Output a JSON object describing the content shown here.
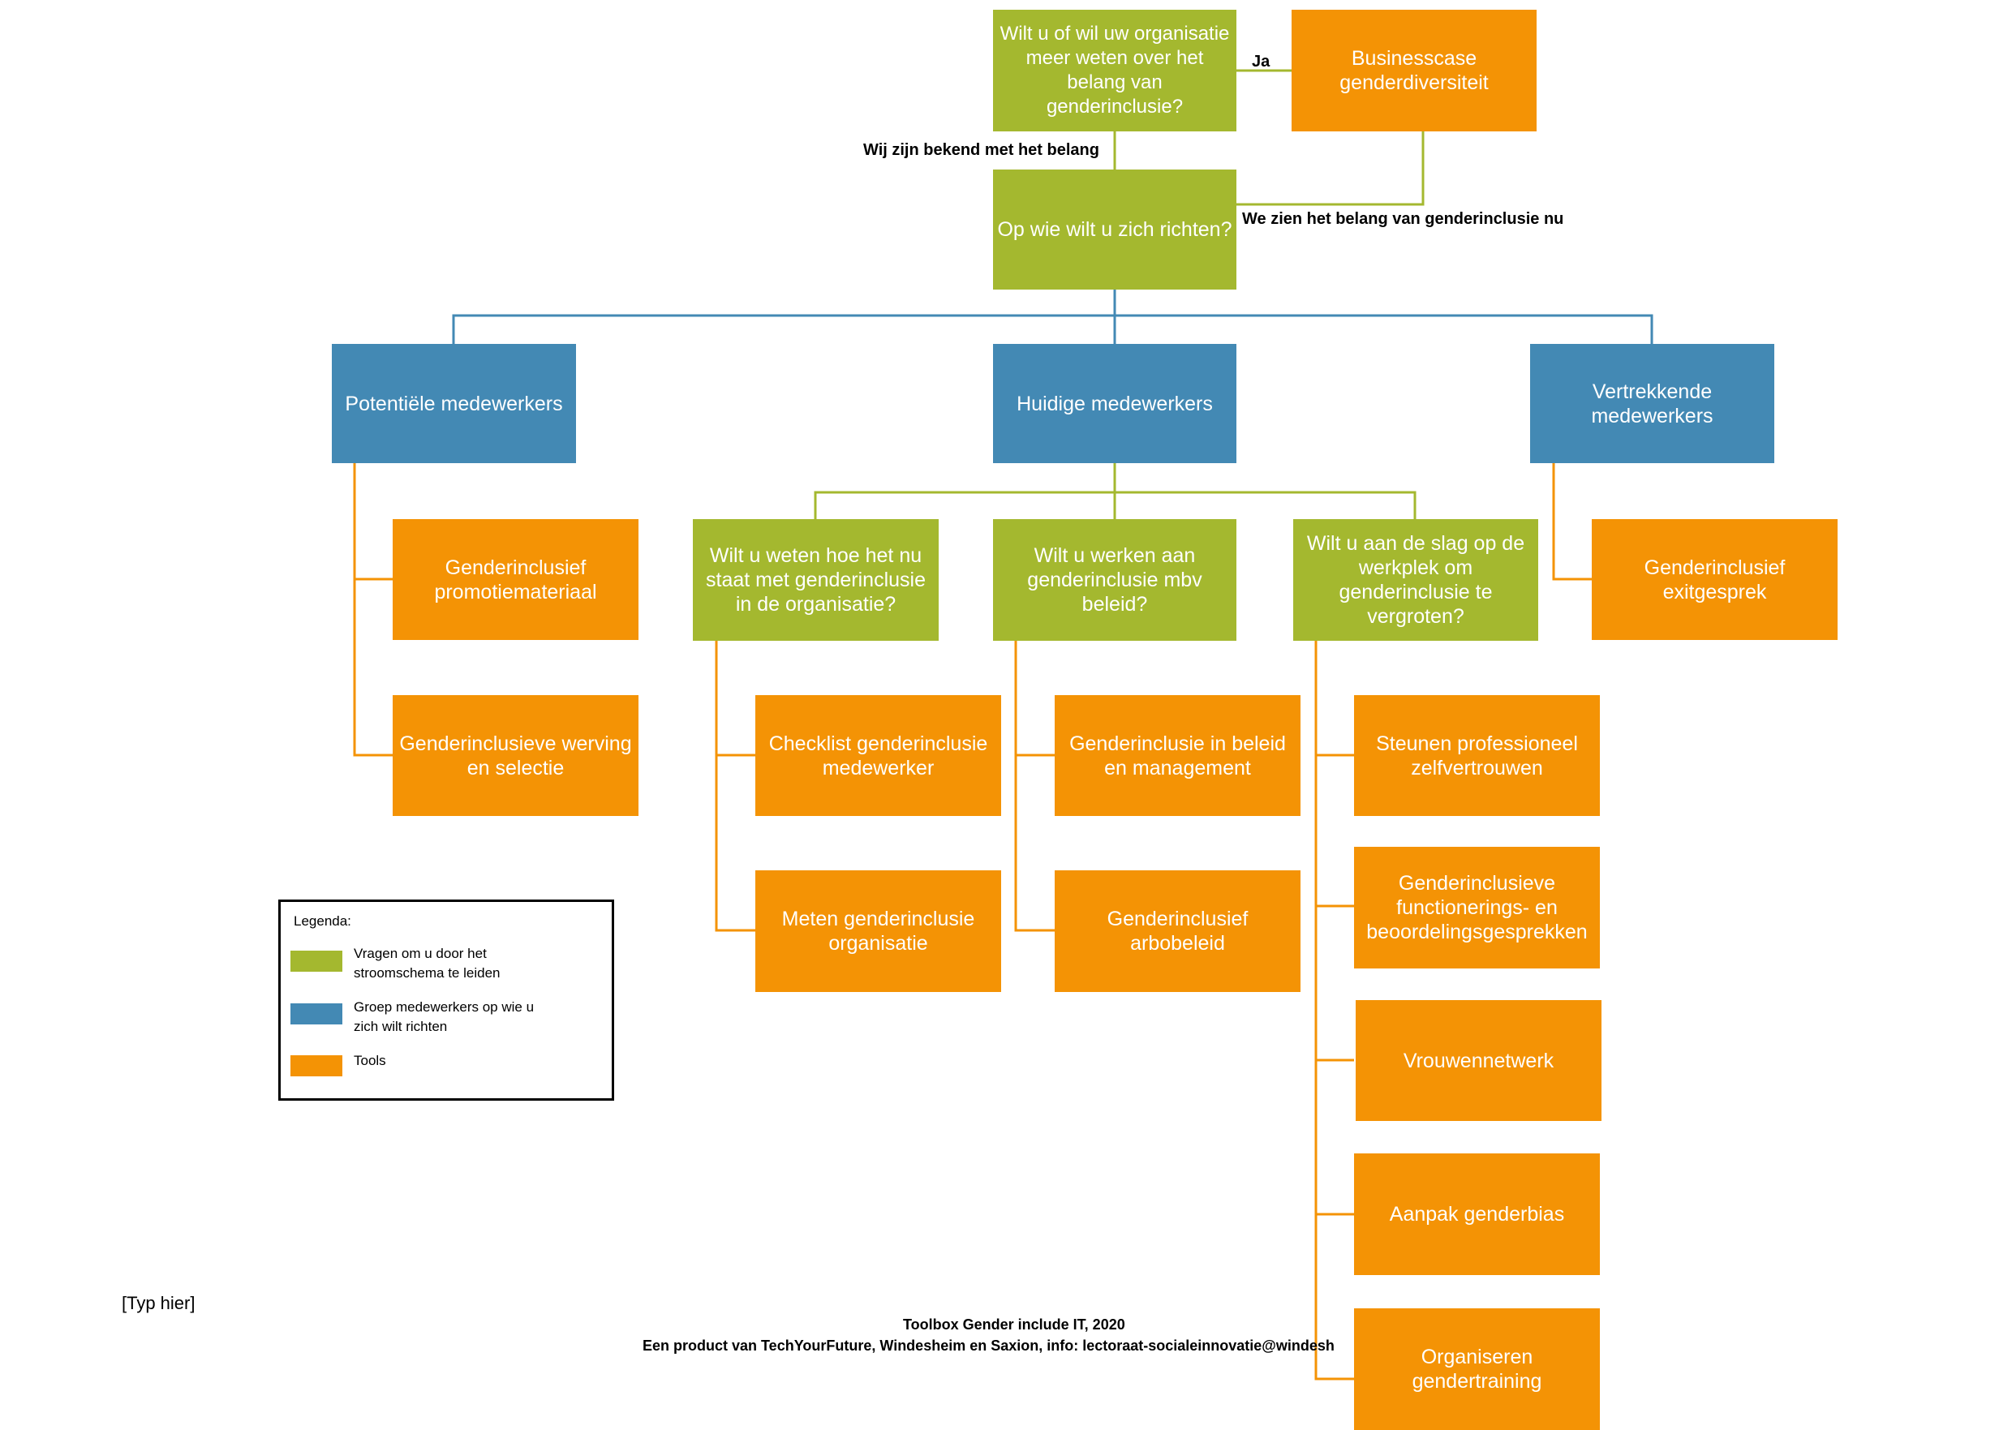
{
  "colors": {
    "question": "#a4b82f",
    "group": "#4389b4",
    "tool": "#f49305",
    "line_green": "#a4b82f",
    "line_blue": "#4389b4",
    "line_orange": "#f49305"
  },
  "nodes": {
    "q_belang": "Wilt u of wil uw organisatie\nmeer weten over het belang van genderinclusie?",
    "businesscase": "Businesscase genderdiversiteit",
    "q_richten": "Op wie wilt u zich richten?",
    "potentiele": "Potentiële medewerkers",
    "huidige": "Huidige  medewerkers",
    "vertrekkende": "Vertrekkende medewerkers",
    "promotie": "Genderinclusief promotiemateriaal",
    "werving": "Genderinclusieve werving en selectie",
    "q_weten": "Wilt u weten hoe het nu staat met genderinclusie in de organisatie?",
    "q_beleid": "Wilt u werken aan genderinclusie mbv beleid?",
    "q_werkplek": "Wilt u aan de slag op de werkplek om genderinclusie te vergroten?",
    "exit": "Genderinclusief exitgesprek",
    "checklist": "Checklist genderinclusie medewerker",
    "meten": "Meten genderinclusie organisatie",
    "beleid_mgmt": "Genderinclusie in beleid en management",
    "arbo": "Genderinclusief arbobeleid",
    "steunen": "Steunen professioneel zelfvertrouwen",
    "functionering": "Genderinclusieve functionerings- en beoordelingsgesprekken",
    "vrouwen": "Vrouwennetwerk",
    "bias": "Aanpak genderbias",
    "training": "Organiseren gendertraining"
  },
  "edge_labels": {
    "ja": "Ja",
    "bekend": "Wij zijn bekend met het belang",
    "zien": "We zien het belang van genderinclusie nu"
  },
  "legend": {
    "title": "Legenda:",
    "question": "Vragen om u door het stroomschema te leiden",
    "group": "Groep medewerkers op wie u zich wilt richten",
    "tool": "Tools"
  },
  "placeholder": "[Typ hier]",
  "footer": {
    "line1": "Toolbox Gender include IT, 2020",
    "line2": "Een product van TechYourFuture, Windesheim en Saxion, info: lectoraat-socialeinnovatie@windesh"
  }
}
